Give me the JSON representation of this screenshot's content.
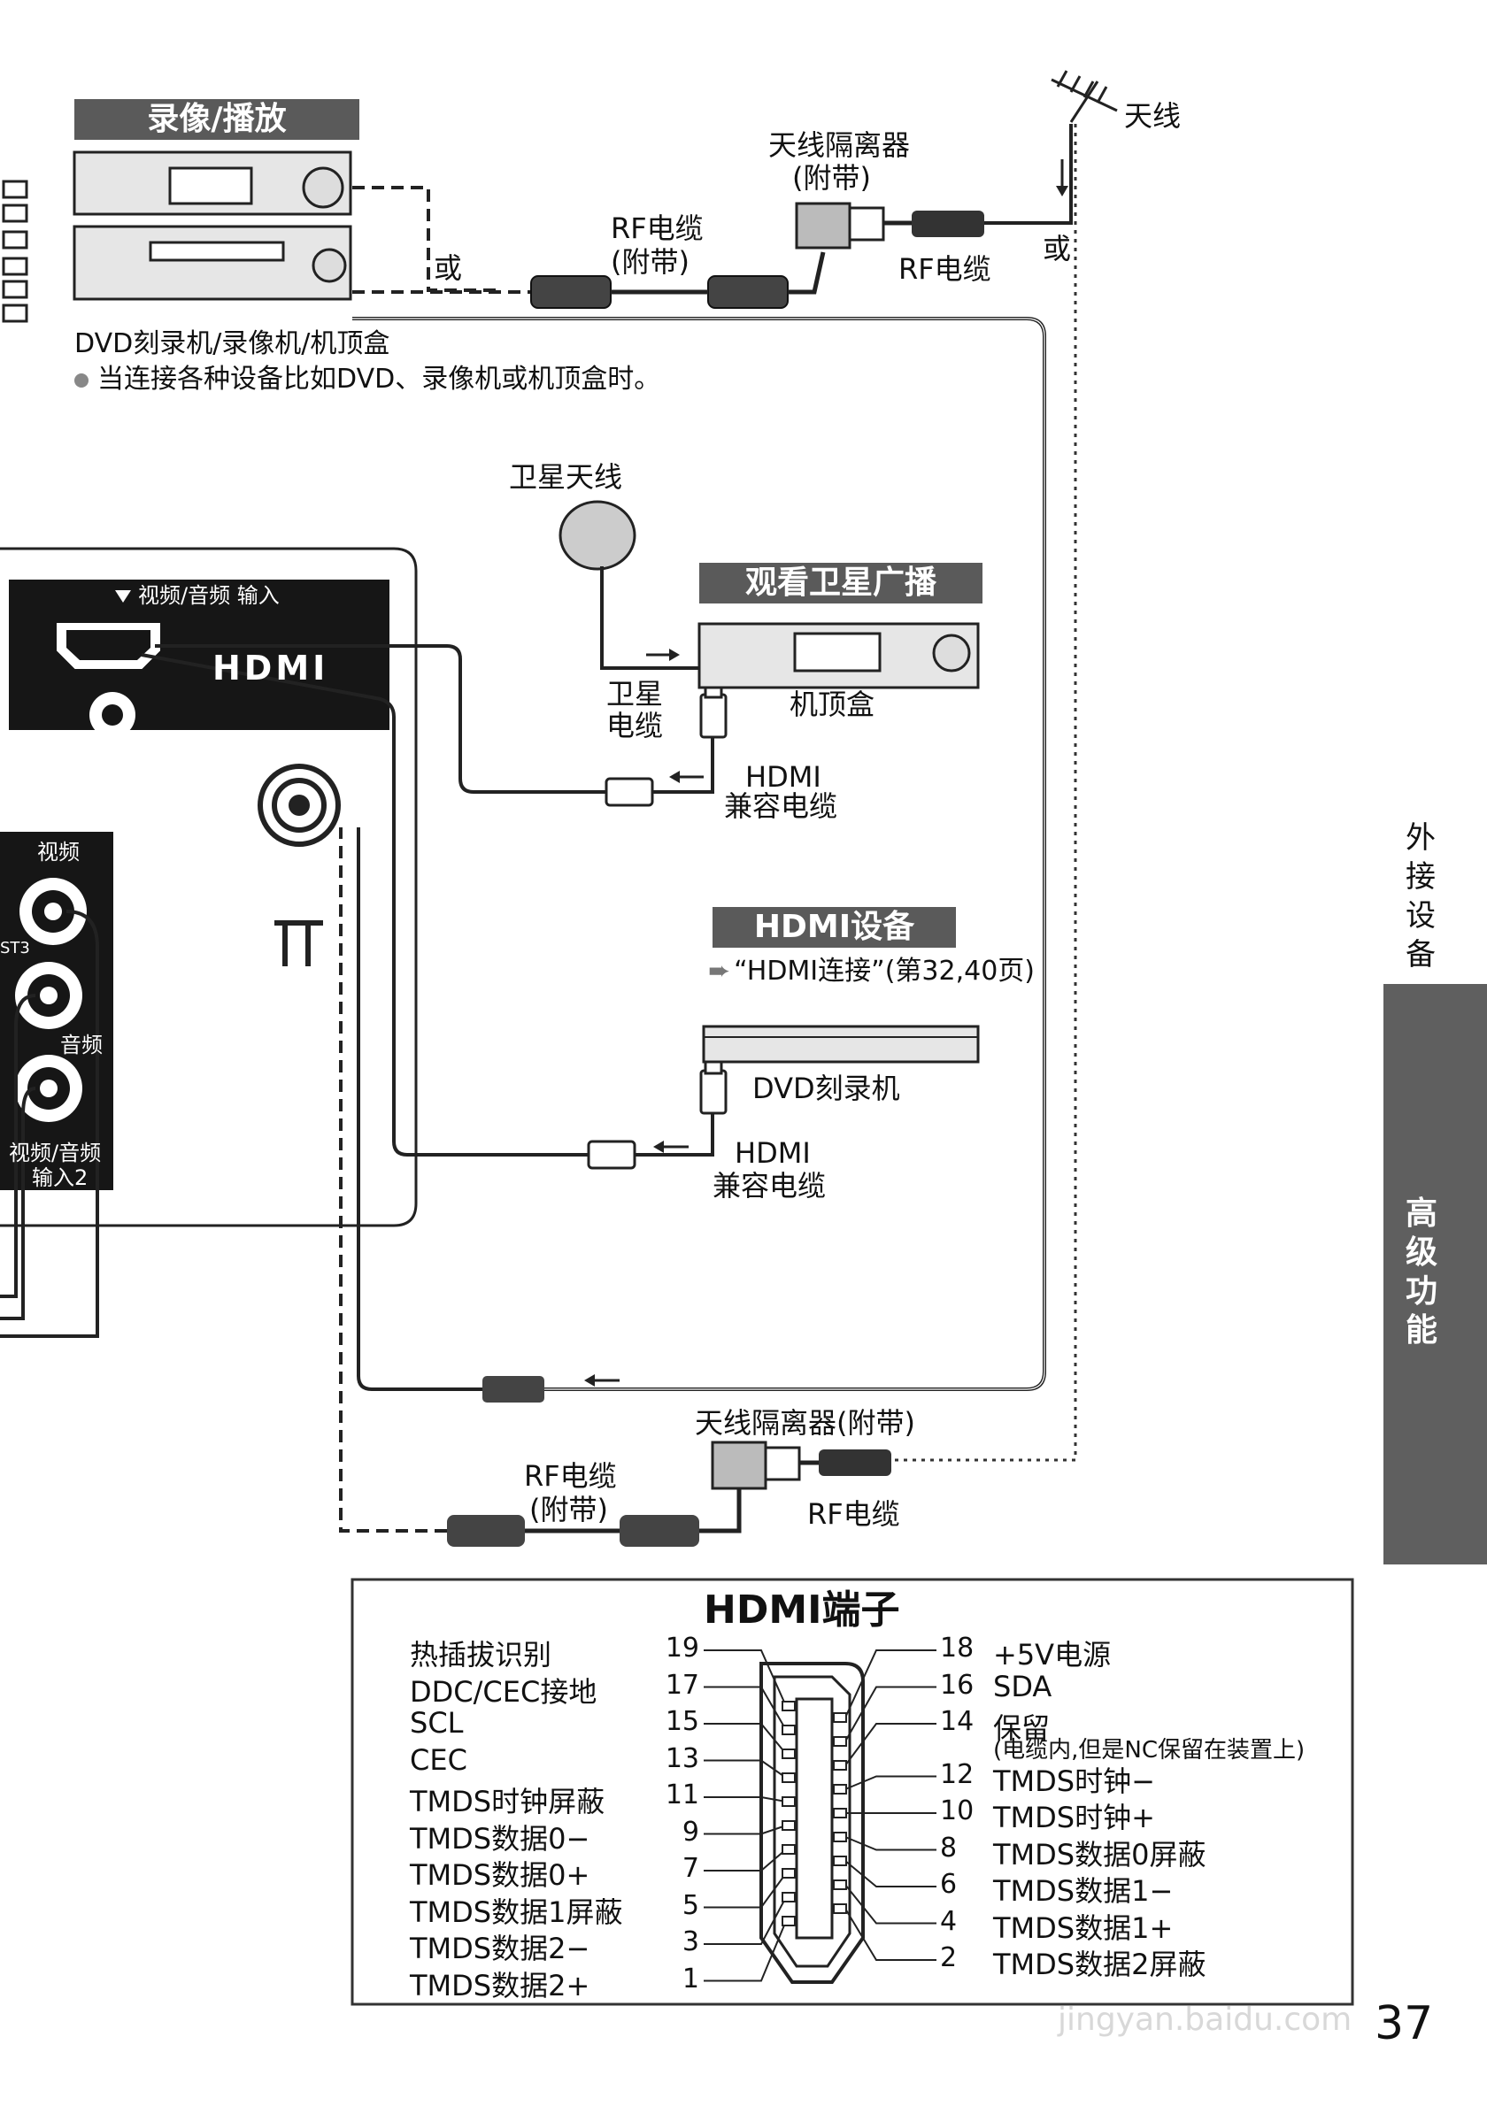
{
  "top": {
    "banner_record": "录像/播放",
    "antenna_label": "天线",
    "splitter_label_top_1": "天线隔离器",
    "splitter_label_top_2": "(附带)",
    "rf_cable_supplied_1": "RF电缆",
    "rf_cable_supplied_2": "(附带)",
    "rf_cable": "RF电缆",
    "or_1": "或",
    "or_2": "或",
    "device_caption": "DVD刻录机/录像机/机顶盒",
    "device_note": "当连接各种设备比如DVD、录像机或机顶盒时。"
  },
  "satellite": {
    "dish_label": "卫星天线",
    "banner": "观看卫星广播",
    "stb_label": "机顶盒",
    "sat_cable_1": "卫星",
    "sat_cable_2": "电缆",
    "hdmi_cable_1": "HDMI",
    "hdmi_cable_2": "兼容电缆"
  },
  "tv_panel": {
    "input_label": "视频/音频  输入",
    "hdmi_logo": "HDMI",
    "video_label": "视频",
    "audio_label": "音频",
    "av2_label_1": "视频/音频",
    "av2_label_2": "输入2",
    "st3": "ST3"
  },
  "hdmi_device": {
    "banner": "HDMI设备",
    "ref": "“HDMI连接”(第32,40页)",
    "dvd_label": "DVD刻录机",
    "hdmi_cable_1": "HDMI",
    "hdmi_cable_2": "兼容电缆"
  },
  "bottom": {
    "splitter_label": "天线隔离器(附带)",
    "rf_cable_supplied_1": "RF电缆",
    "rf_cable_supplied_2": "(附带)",
    "rf_cable": "RF电缆"
  },
  "hdmi_terminal": {
    "title": "HDMI端子",
    "left_pins": [
      {
        "num": "19",
        "label": "热插拔识别"
      },
      {
        "num": "17",
        "label": "DDC/CEC接地"
      },
      {
        "num": "15",
        "label": "SCL"
      },
      {
        "num": "13",
        "label": "CEC"
      },
      {
        "num": "11",
        "label": "TMDS时钟屏蔽"
      },
      {
        "num": "9",
        "label": "TMDS数据0−"
      },
      {
        "num": "7",
        "label": "TMDS数据0+"
      },
      {
        "num": "5",
        "label": "TMDS数据1屏蔽"
      },
      {
        "num": "3",
        "label": "TMDS数据2−"
      },
      {
        "num": "1",
        "label": "TMDS数据2+"
      }
    ],
    "right_pins": [
      {
        "num": "18",
        "label": "+5V电源"
      },
      {
        "num": "16",
        "label": "SDA"
      },
      {
        "num": "14",
        "label": "保留"
      },
      {
        "num": "12",
        "label": "TMDS时钟−"
      },
      {
        "num": "10",
        "label": "TMDS时钟+"
      },
      {
        "num": "8",
        "label": "TMDS数据0屏蔽"
      },
      {
        "num": "6",
        "label": "TMDS数据1−"
      },
      {
        "num": "4",
        "label": "TMDS数据1+"
      },
      {
        "num": "2",
        "label": "TMDS数据2屏蔽"
      }
    ],
    "pin14_note": "(电缆内,但是NC保留在装置上)"
  },
  "sidebar": {
    "section": "外接设备",
    "chapter": "高级功能"
  },
  "page_number": "37",
  "watermark": "jingyan.baidu.com"
}
